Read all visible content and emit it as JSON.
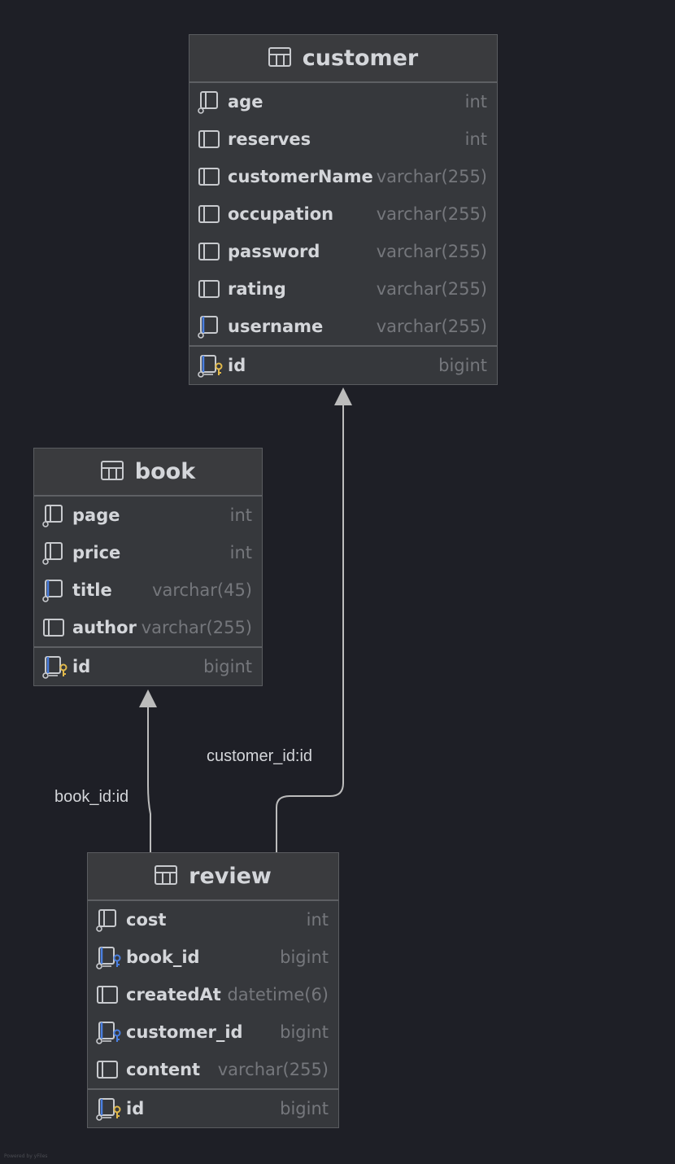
{
  "tables": {
    "customer": {
      "name": "customer",
      "columns": [
        {
          "name": "age",
          "type": "int",
          "icon": "column-index-icon"
        },
        {
          "name": "reserves",
          "type": "int",
          "icon": "column-icon"
        },
        {
          "name": "customerName",
          "type": "varchar(255)",
          "icon": "column-icon"
        },
        {
          "name": "occupation",
          "type": "varchar(255)",
          "icon": "column-icon"
        },
        {
          "name": "password",
          "type": "varchar(255)",
          "icon": "column-icon"
        },
        {
          "name": "rating",
          "type": "varchar(255)",
          "icon": "column-icon"
        },
        {
          "name": "username",
          "type": "varchar(255)",
          "icon": "column-unique-index-icon"
        }
      ],
      "pk": {
        "name": "id",
        "type": "bigint",
        "icon": "primary-key-icon"
      }
    },
    "book": {
      "name": "book",
      "columns": [
        {
          "name": "page",
          "type": "int",
          "icon": "column-index-icon"
        },
        {
          "name": "price",
          "type": "int",
          "icon": "column-index-icon"
        },
        {
          "name": "title",
          "type": "varchar(45)",
          "icon": "column-unique-index-icon"
        },
        {
          "name": "author",
          "type": "varchar(255)",
          "icon": "column-icon"
        }
      ],
      "pk": {
        "name": "id",
        "type": "bigint",
        "icon": "primary-key-icon"
      }
    },
    "review": {
      "name": "review",
      "columns": [
        {
          "name": "cost",
          "type": "int",
          "icon": "column-index-icon"
        },
        {
          "name": "book_id",
          "type": "bigint",
          "icon": "foreign-key-icon"
        },
        {
          "name": "createdAt",
          "type": "datetime(6)",
          "icon": "column-icon"
        },
        {
          "name": "customer_id",
          "type": "bigint",
          "icon": "foreign-key-icon"
        },
        {
          "name": "content",
          "type": "varchar(255)",
          "icon": "column-icon"
        }
      ],
      "pk": {
        "name": "id",
        "type": "bigint",
        "icon": "primary-key-icon"
      }
    }
  },
  "relations": {
    "review_customer": "customer_id:id",
    "review_book": "book_id:id"
  },
  "footer": "Powered by yFiles",
  "colors": {
    "background": "#1e1f26",
    "table_body": "#36383c",
    "header": "#3a3b3e",
    "text": "#d4d6da",
    "type_text": "#75777c",
    "key_gold": "#e0b84a",
    "index_blue": "#4a7fe0",
    "edge": "#bcbcbc"
  }
}
